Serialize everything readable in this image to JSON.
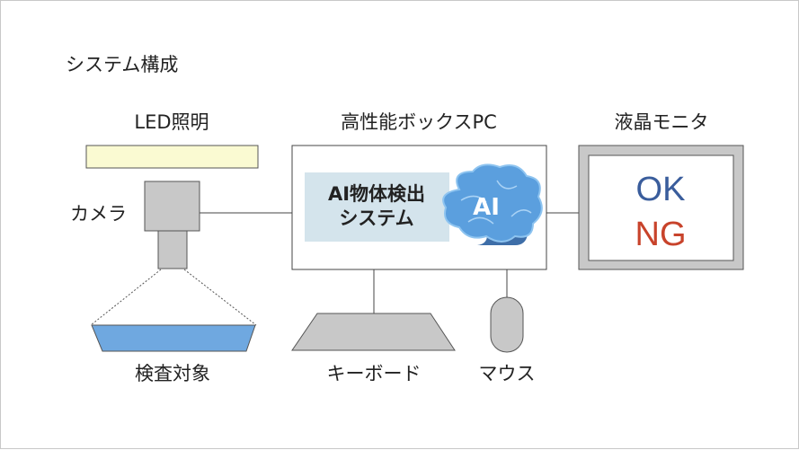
{
  "title": "システム構成",
  "labels": {
    "led": "LED照明",
    "pc": "高性能ボックスPC",
    "monitor": "液晶モニタ",
    "camera": "カメラ",
    "inspection_target": "検査対象",
    "keyboard": "キーボード",
    "mouse": "マウス"
  },
  "ai_system": {
    "line1": "AI物体検出",
    "line2": "システム",
    "badge": "AI"
  },
  "monitor_screen": {
    "ok": "OK",
    "ng": "NG"
  },
  "colors": {
    "ok": "#3a5d9c",
    "ng": "#c8432b",
    "led_fill": "#fafad2",
    "target_fill": "#6fa8e0",
    "ai_panel": "#d4e4ec",
    "brain": "#5b9fde",
    "device_grey": "#c8c8c8"
  }
}
